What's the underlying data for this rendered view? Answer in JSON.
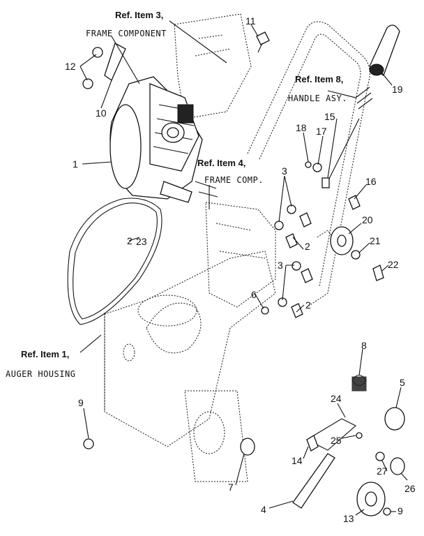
{
  "references": {
    "frame_component": {
      "ref": "Ref. Item 3,",
      "caption": "FRAME COMPONENT"
    },
    "handle_asy": {
      "ref": "Ref. Item 8,",
      "caption": "HANDLE ASY."
    },
    "frame_comp": {
      "ref": "Ref. Item 4,",
      "caption": "FRAME COMP."
    },
    "auger_housing": {
      "ref": "Ref. Item 1,",
      "caption": "AUGER HOUSING"
    }
  },
  "part_numbers": {
    "p1": "1",
    "p2a": "2",
    "p2b": "2",
    "p2c": "2",
    "p3a": "3",
    "p3b": "3",
    "p4": "4",
    "p5": "5",
    "p6": "6",
    "p7": "7",
    "p8": "8",
    "p9a": "9",
    "p9b": "9",
    "p10": "10",
    "p11": "11",
    "p12": "12",
    "p13": "13",
    "p14": "14",
    "p15": "15",
    "p16": "16",
    "p17": "17",
    "p18": "18",
    "p19": "19",
    "p20": "20",
    "p21": "21",
    "p22": "22",
    "p23": "23",
    "p24": "24",
    "p25": "25",
    "p26": "26",
    "p27": "27"
  }
}
